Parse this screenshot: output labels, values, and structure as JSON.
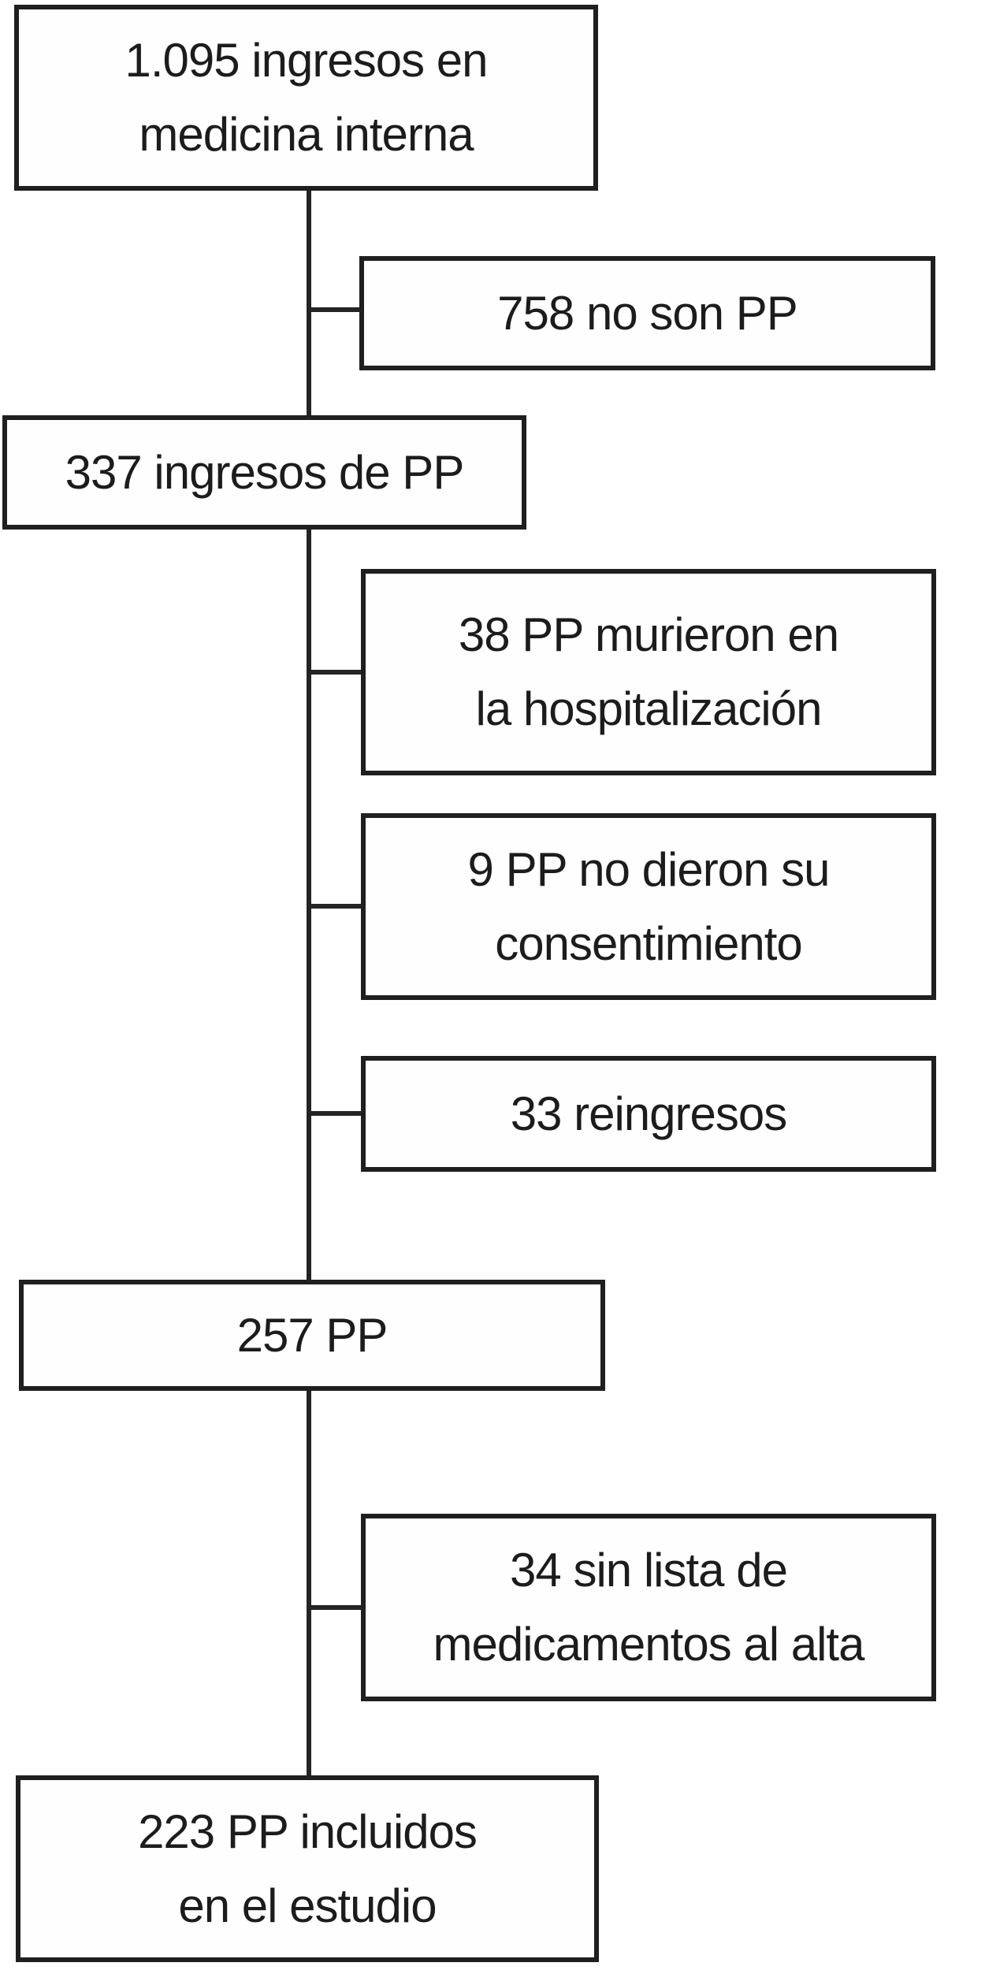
{
  "figure": {
    "type": "flowchart",
    "language": "es",
    "background_color": "#ffffff",
    "line_color": "#242424",
    "box_border_color": "#1f1f1f",
    "box_fill_color": "#fefefe",
    "text_color": "#1c1c1c",
    "nodes": [
      {
        "id": "ingresos-medicina-interna",
        "value": "1.095",
        "label": "1.095 ingresos en\nmedicina interna",
        "column": "main"
      },
      {
        "id": "no-son-pp",
        "value": "758",
        "label": "758 no son PP",
        "column": "branch"
      },
      {
        "id": "ingresos-pp",
        "value": "337",
        "label": "337 ingresos de PP",
        "column": "main"
      },
      {
        "id": "pp-murieron-hospitalizacion",
        "value": "38",
        "label": "38 PP murieron en\nla hospitalización",
        "column": "branch"
      },
      {
        "id": "pp-sin-consentimiento",
        "value": "9",
        "label": "9 PP no dieron su\nconsentimiento",
        "column": "branch"
      },
      {
        "id": "reingresos",
        "value": "33",
        "label": "33 reingresos",
        "column": "branch"
      },
      {
        "id": "pp",
        "value": "257",
        "label": "257 PP",
        "column": "main"
      },
      {
        "id": "sin-lista-medicamentos-alta",
        "value": "34",
        "label": "34 sin lista de\nmedicamentos al alta",
        "column": "branch"
      },
      {
        "id": "pp-incluidos-estudio",
        "value": "223",
        "label": "223 PP incluidos\nen el estudio",
        "column": "main"
      }
    ],
    "edges": [
      {
        "from": "ingresos-medicina-interna",
        "to": "no-son-pp",
        "style": "side-branch"
      },
      {
        "from": "ingresos-medicina-interna",
        "to": "ingresos-pp",
        "style": "main-flow"
      },
      {
        "from": "ingresos-pp",
        "to": "pp-murieron-hospitalizacion",
        "style": "side-branch"
      },
      {
        "from": "ingresos-pp",
        "to": "pp-sin-consentimiento",
        "style": "side-branch"
      },
      {
        "from": "ingresos-pp",
        "to": "reingresos",
        "style": "side-branch"
      },
      {
        "from": "ingresos-pp",
        "to": "pp",
        "style": "main-flow"
      },
      {
        "from": "pp",
        "to": "sin-lista-medicamentos-alta",
        "style": "side-branch"
      },
      {
        "from": "pp",
        "to": "pp-incluidos-estudio",
        "style": "main-flow"
      }
    ]
  }
}
